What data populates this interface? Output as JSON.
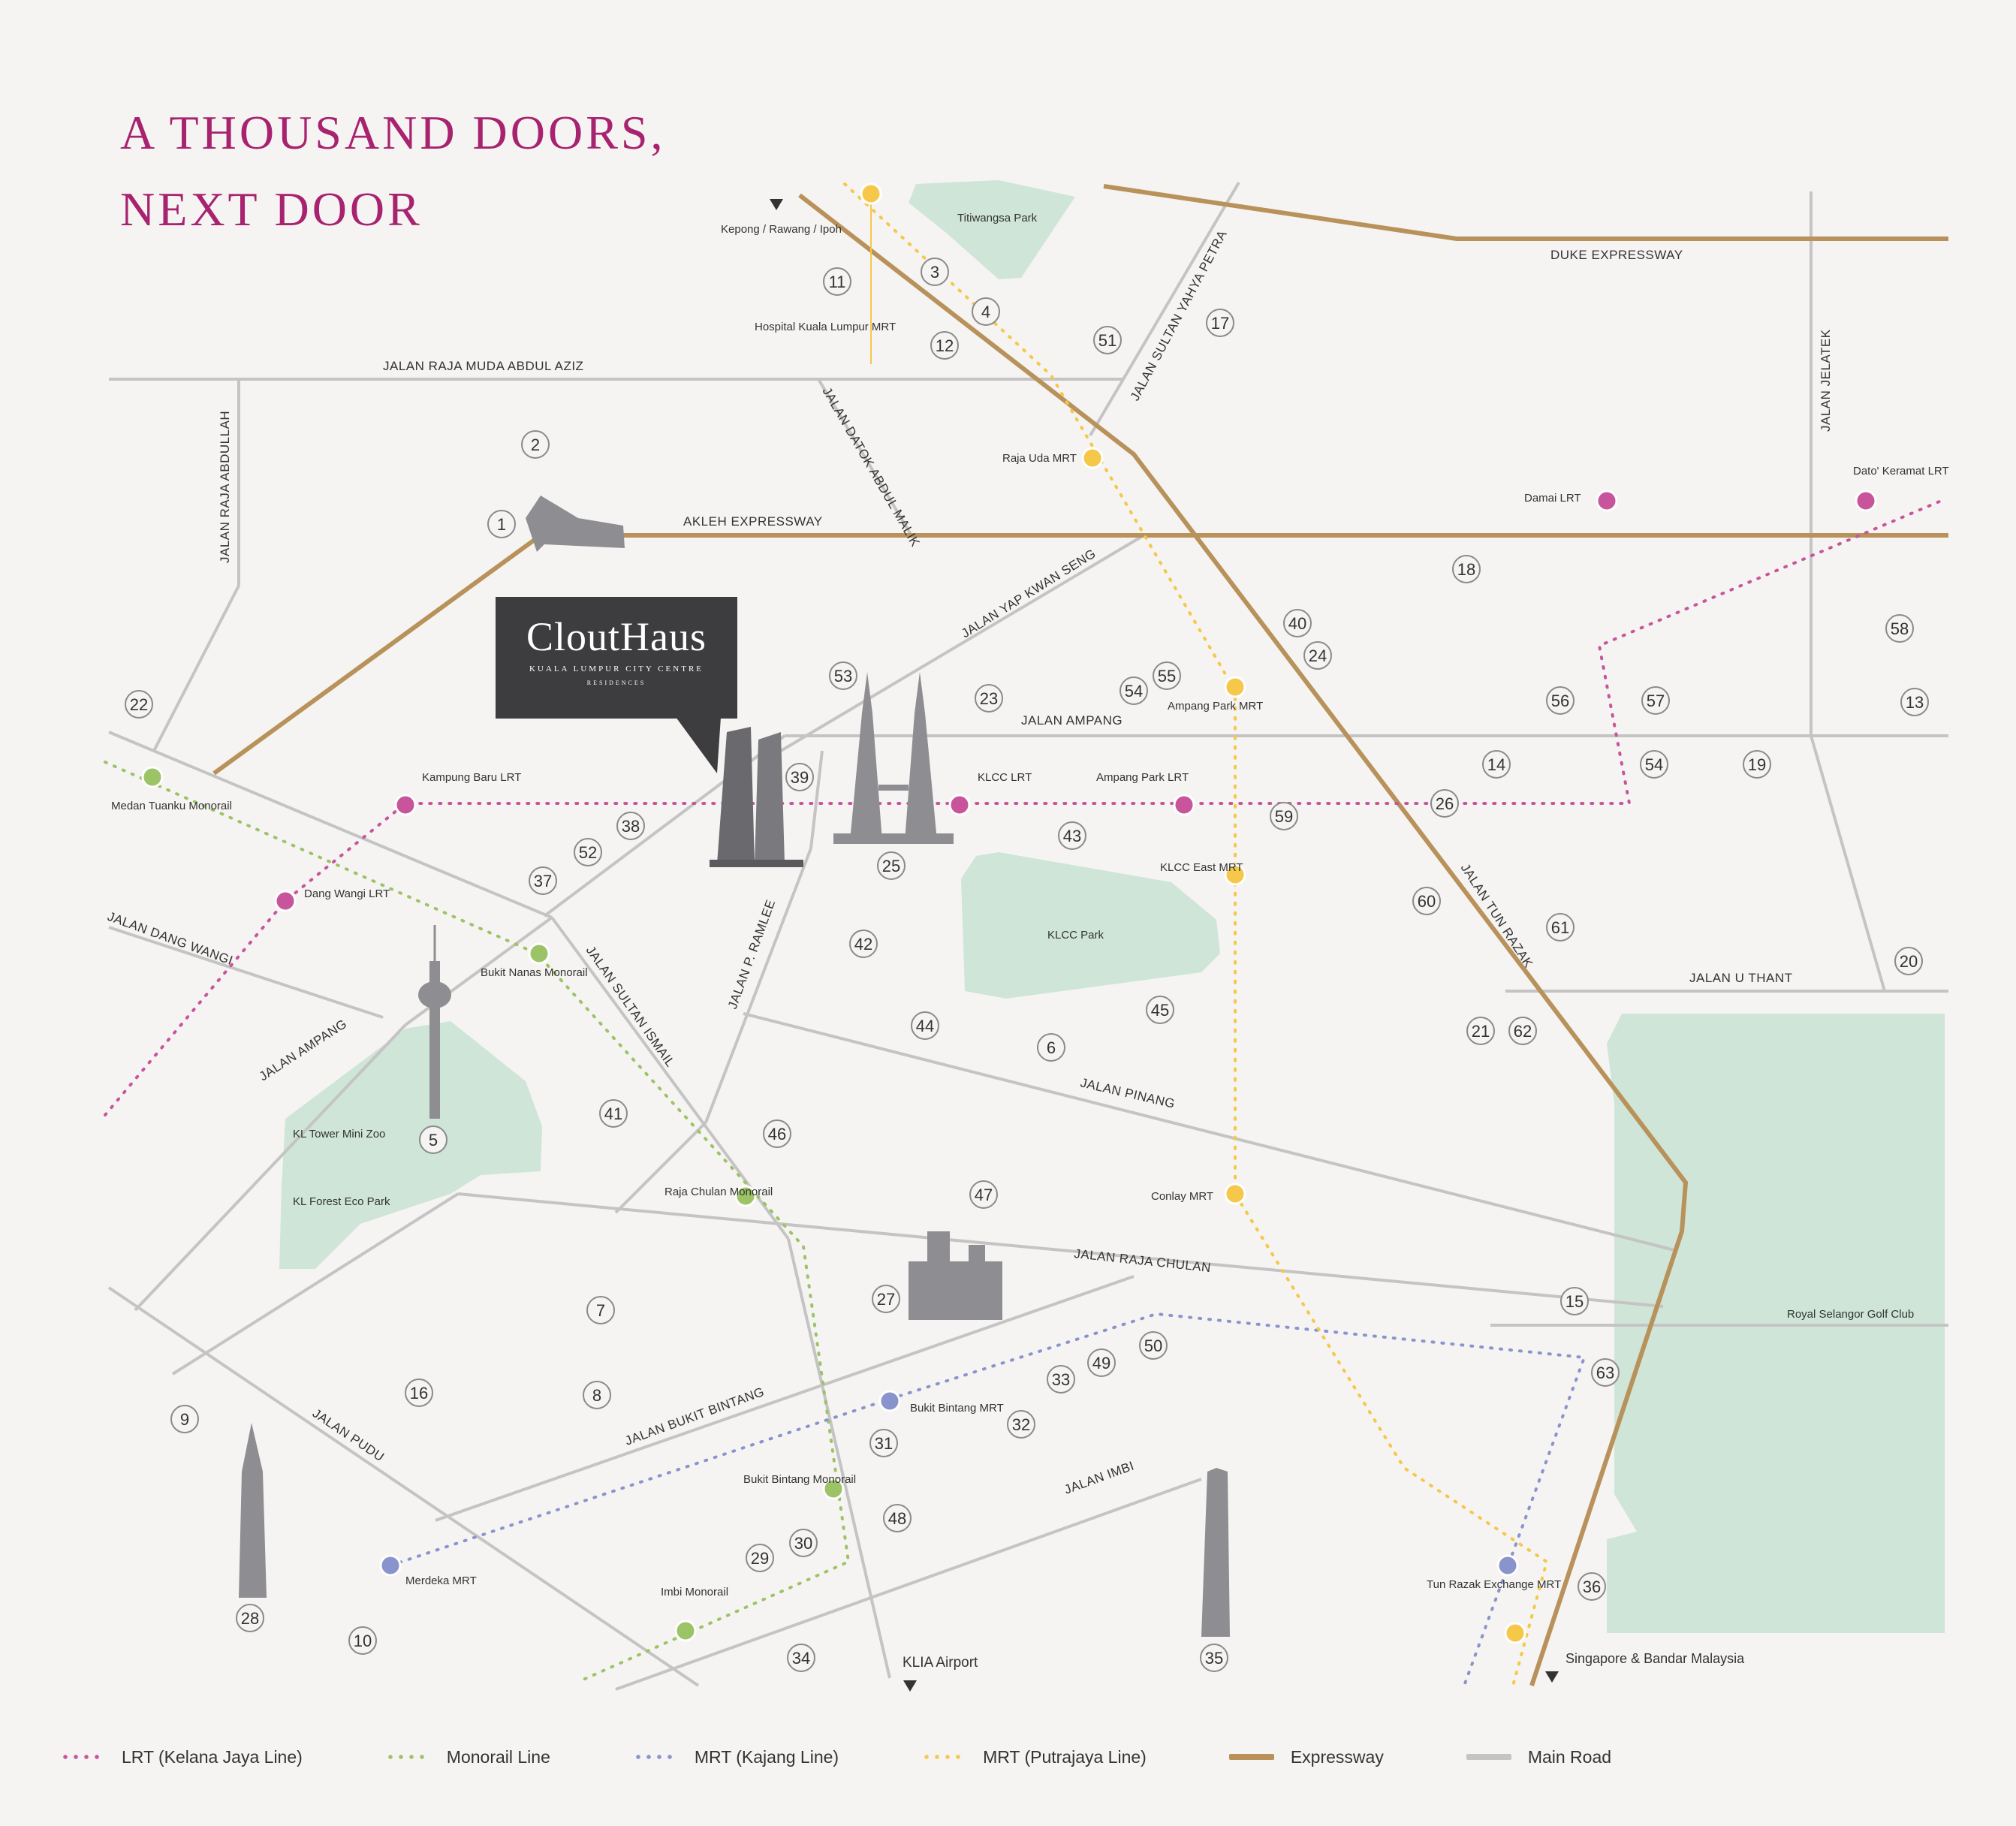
{
  "title": {
    "line1": "A THOUSAND DOORS,",
    "line2": "NEXT DOOR"
  },
  "brand": {
    "name": "CloutHaus",
    "subtitle": "KUALA LUMPUR CITY CENTRE",
    "subtitle2": "RESIDENCES"
  },
  "colors": {
    "title": "#a8236f",
    "lrt": "#c8559c",
    "monorail": "#9cc466",
    "mrt_kajang": "#8a94cc",
    "mrt_putrajaya": "#f5c84a",
    "expressway": "#b8925a",
    "main_road": "#c4c4c4",
    "park": "#cfe5d8"
  },
  "roads": {
    "duke": "DUKE EXPRESSWAY",
    "raja_muda": "JALAN RAJA MUDA ABDUL AZIZ",
    "raja_abdullah": "JALAN RAJA ABDULLAH",
    "akleh": "AKLEH EXPRESSWAY",
    "sultan_yahya": "JALAN SULTAN YAHYA PETRA",
    "datok_malik": "JALAN DATOK ABDUL MALIK",
    "jelatek": "JALAN JELATEK",
    "yap_kwan_seng": "JALAN YAP KWAN SENG",
    "ampang": "JALAN AMPANG",
    "tun_razak": "JALAN TUN RAZAK",
    "u_thant": "JALAN U THANT",
    "dang_wangi": "JALAN DANG WANGI",
    "sultan_ismail": "JALAN SULTAN ISMAIL",
    "p_ramlee": "JALAN P. RAMLEE",
    "ampang2": "JALAN AMPANG",
    "pinang": "JALAN PINANG",
    "raja_chulan": "JALAN RAJA CHULAN",
    "bukit_bintang": "JALAN BUKIT BINTANG",
    "pudu": "JALAN PUDU",
    "imbi": "JALAN IMBI"
  },
  "stations": {
    "kepong": "Kepong / Rawang / Ipoh",
    "hospital": "Hospital Kuala Lumpur MRT",
    "raja_uda": "Raja Uda MRT",
    "damai": "Damai LRT",
    "dato_keramat": "Dato' Keramat LRT",
    "ampang_park_mrt": "Ampang Park MRT",
    "kampung_baru": "Kampung Baru LRT",
    "medan_tuanku": "Medan Tuanku Monorail",
    "klcc": "KLCC LRT",
    "ampang_park_lrt": "Ampang Park LRT",
    "dang_wangi": "Dang Wangi LRT",
    "klcc_east": "KLCC East MRT",
    "bukit_nanas": "Bukit Nanas Monorail",
    "raja_chulan": "Raja Chulan Monorail",
    "conlay": "Conlay MRT",
    "bukit_bintang_mrt": "Bukit Bintang MRT",
    "bukit_bintang_mono": "Bukit Bintang Monorail",
    "imbi": "Imbi Monorail",
    "merdeka": "Merdeka MRT",
    "trx": "Tun Razak Exchange MRT",
    "klia": "KLIA Airport",
    "singapore": "Singapore & Bandar Malaysia"
  },
  "parks": {
    "titiwangsa": "Titiwangsa Park",
    "klcc": "KLCC Park",
    "kl_tower": "KL Tower Mini Zoo",
    "forest": "KL Forest Eco Park",
    "golf": "Royal Selangor Golf Club"
  },
  "pois": [
    "1",
    "2",
    "3",
    "4",
    "5",
    "6",
    "7",
    "8",
    "9",
    "10",
    "11",
    "12",
    "13",
    "14",
    "15",
    "16",
    "17",
    "18",
    "19",
    "20",
    "21",
    "22",
    "23",
    "24",
    "25",
    "26",
    "27",
    "28",
    "29",
    "30",
    "31",
    "32",
    "33",
    "34",
    "35",
    "36",
    "37",
    "38",
    "39",
    "40",
    "41",
    "42",
    "43",
    "44",
    "45",
    "46",
    "47",
    "48",
    "49",
    "50",
    "51",
    "52",
    "53",
    "54",
    "54",
    "55",
    "56",
    "57",
    "58",
    "59",
    "60",
    "61",
    "62",
    "63"
  ],
  "legend": [
    {
      "label": "LRT (Kelana Jaya Line)",
      "color": "#c8559c",
      "style": "dotted"
    },
    {
      "label": "Monorail Line",
      "color": "#9cc466",
      "style": "dotted"
    },
    {
      "label": "MRT (Kajang Line)",
      "color": "#8a94cc",
      "style": "dotted"
    },
    {
      "label": "MRT (Putrajaya Line)",
      "color": "#f5c84a",
      "style": "dotted"
    },
    {
      "label": "Expressway",
      "color": "#b8925a",
      "style": "solid"
    },
    {
      "label": "Main Road",
      "color": "#c4c4c4",
      "style": "solid"
    }
  ]
}
